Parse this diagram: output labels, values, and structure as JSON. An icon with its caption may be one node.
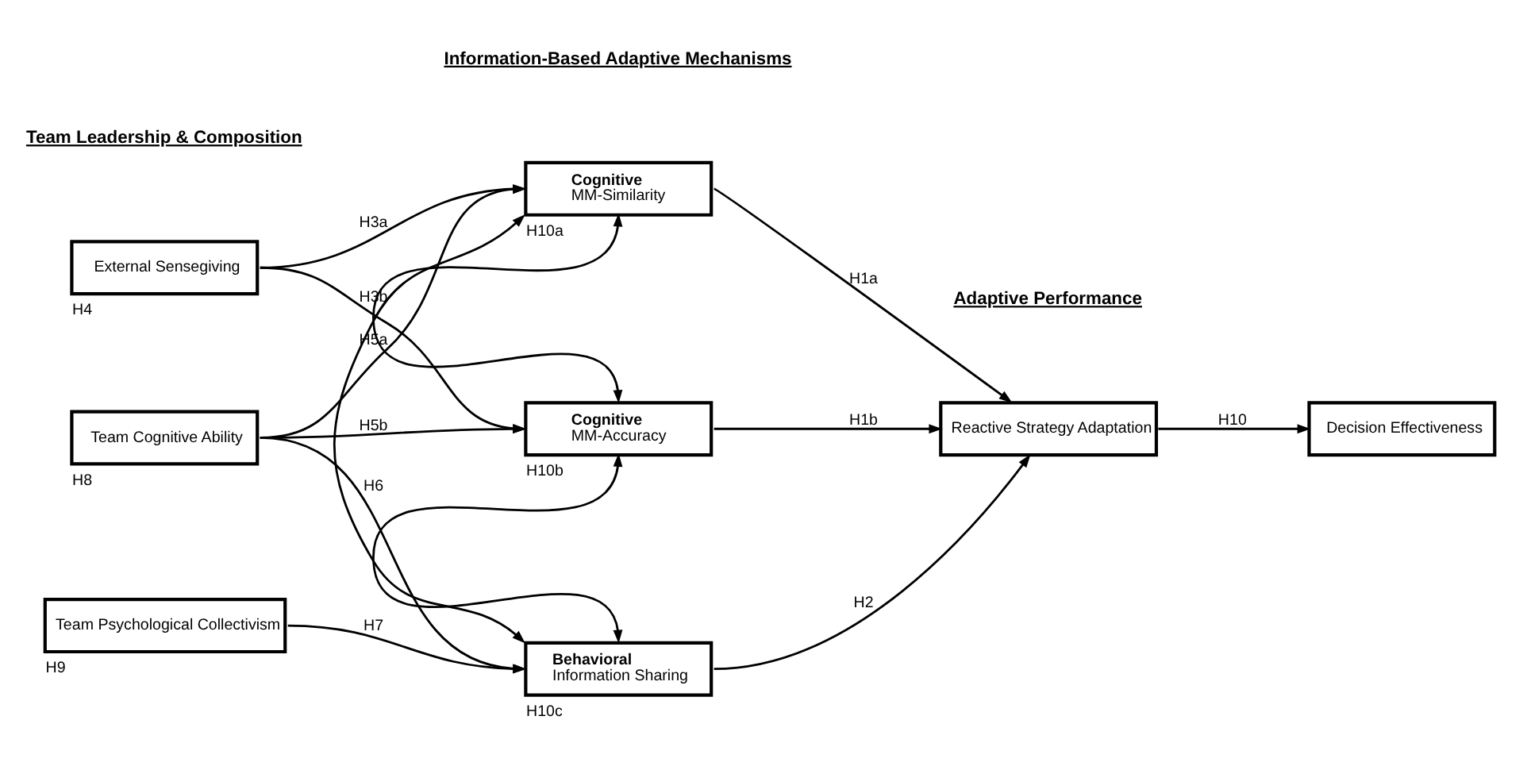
{
  "diagram": {
    "nodes": [
      {
        "text": [
          "External Sensegiving"
        ],
        "beside": [
          "H4"
        ]
      },
      {
        "text": [
          "Team Cognitive Ability"
        ],
        "beside": [
          "H8"
        ]
      },
      {
        "text": [
          "Team Psychological Collectivism"
        ],
        "beside": [
          "H9"
        ]
      },
      {
        "text": [
          "Cognitive",
          "MM-Similarity"
        ],
        "beside": [
          "H10a"
        ]
      },
      {
        "text": [
          "Cognitive",
          "MM-Accuracy"
        ],
        "beside": [
          "H10b"
        ]
      },
      {
        "text": [
          "Behavioral",
          "Information Sharing"
        ],
        "beside": [
          "H10c"
        ]
      },
      {
        "text": [
          "Reactive Strategy Adaptation"
        ]
      },
      {
        "text": [
          "Decision Effectiveness"
        ]
      }
    ],
    "edges": [
      {
        "from": 0,
        "to": 3,
        "arrow": "to",
        "label": "H3a"
      },
      {
        "from": 0,
        "to": 4,
        "arrow": "to",
        "label": "H3b"
      },
      {
        "from": 1,
        "to": 3,
        "arrow": "to",
        "label": "H5a"
      },
      {
        "from": 1,
        "to": 4,
        "arrow": "to",
        "label": "H5b"
      },
      {
        "from": 1,
        "to": 5,
        "arrow": "to",
        "label": "H6"
      },
      {
        "from": 2,
        "to": 5,
        "arrow": "to",
        "label": "H7"
      },
      {
        "from": 5,
        "to": 3,
        "arrow": "both"
      },
      {
        "from": 3,
        "to": 4,
        "arrow": "both"
      },
      {
        "from": 4,
        "to": 5,
        "arrow": "both"
      },
      {
        "from": 3,
        "to": 6,
        "arrow": "to",
        "label": "H1a"
      },
      {
        "from": 4,
        "to": 6,
        "arrow": "to",
        "label": "H1b"
      },
      {
        "from": 5,
        "to": 6,
        "arrow": "to",
        "label": "H2"
      },
      {
        "from": 6,
        "to": 7,
        "arrow": "to",
        "label": "H10"
      }
    ],
    "labels": [
      "Team Leadership & Composition",
      "Information-Based Adaptive Mechanisms",
      "Adaptive Performance"
    ]
  }
}
